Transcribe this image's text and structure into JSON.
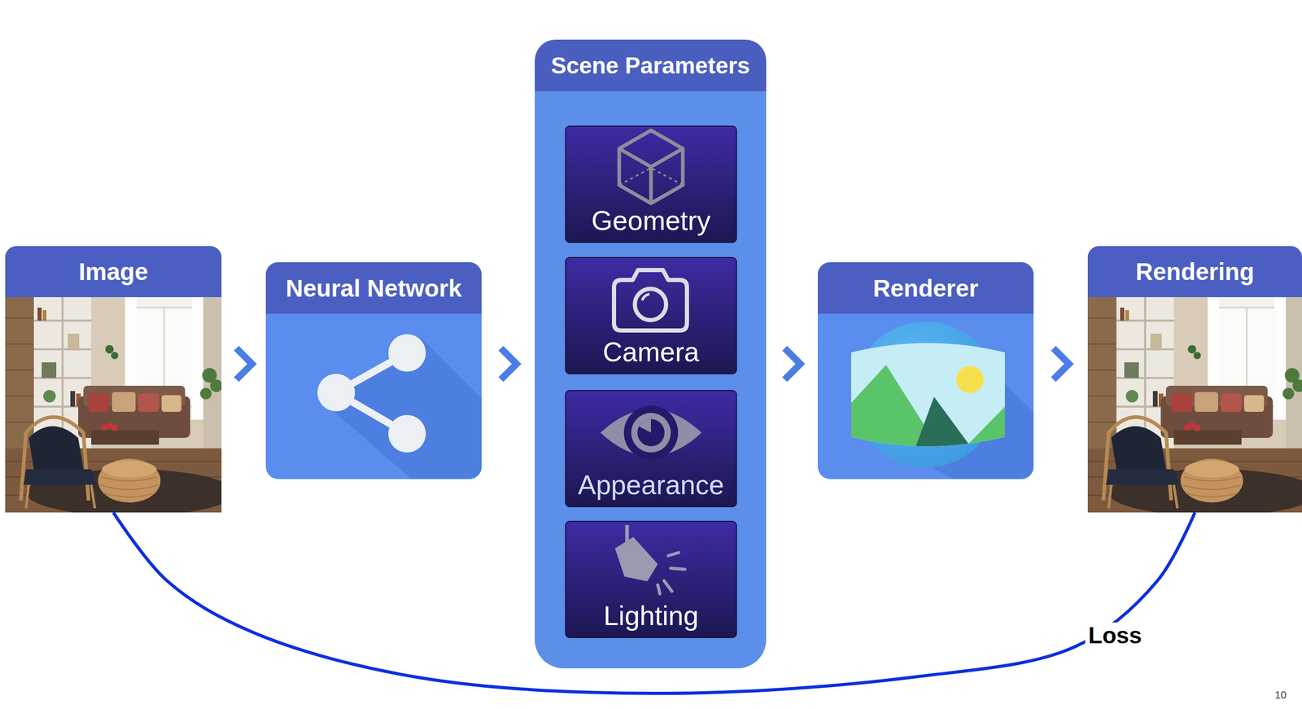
{
  "diagram": {
    "nodes": [
      {
        "text": [
          "Image"
        ]
      },
      {
        "text": [
          "Neural Network"
        ]
      },
      {
        "text": [
          "Scene Parameters"
        ]
      },
      {
        "text": [
          "Geometry"
        ],
        "in": 2
      },
      {
        "text": [
          "Camera"
        ],
        "in": 2
      },
      {
        "text": [
          "Appearance"
        ],
        "in": 2
      },
      {
        "text": [
          "Lighting"
        ],
        "in": 2
      },
      {
        "text": [
          "Renderer"
        ]
      },
      {
        "text": [
          "Rendering"
        ]
      }
    ],
    "edges": [
      {
        "from": 0,
        "to": 1,
        "arrow": "to"
      },
      {
        "from": 1,
        "to": 2,
        "arrow": "to"
      },
      {
        "from": 2,
        "to": 7,
        "arrow": "to"
      },
      {
        "from": 7,
        "to": 8,
        "arrow": "to"
      },
      {
        "from": 0,
        "to": 8,
        "arrow": "none",
        "label": "Loss"
      }
    ],
    "labels": [
      "10"
    ]
  }
}
